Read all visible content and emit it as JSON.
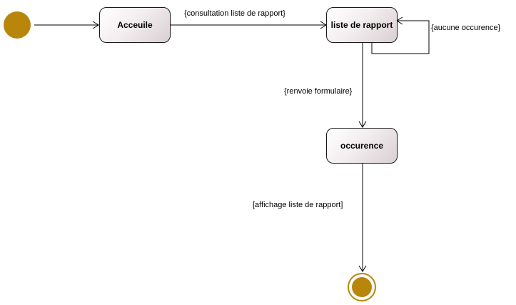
{
  "colors": {
    "node_fill": "#b8860b",
    "line": "#000000",
    "state_border": "#1a1a1a"
  },
  "states": {
    "accueil": "Acceuile",
    "liste": "liste de rapport",
    "occurence": "occurence"
  },
  "transitions": {
    "consultation": "{consultation liste de rapport}",
    "aucune": "{aucune occurence}",
    "renvoie": "{renvoie formulaire}",
    "affichage": "[affichage liste de rapport]"
  }
}
